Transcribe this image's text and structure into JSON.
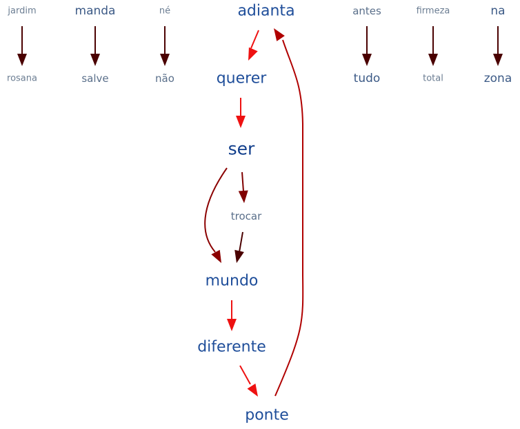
{
  "diagram": {
    "words": [
      {
        "id": "jardim",
        "text": "jardim"
      },
      {
        "id": "rosana",
        "text": "rosana"
      },
      {
        "id": "manda",
        "text": "manda"
      },
      {
        "id": "salve",
        "text": "salve"
      },
      {
        "id": "ne",
        "text": "né"
      },
      {
        "id": "nao",
        "text": "não"
      },
      {
        "id": "adianta",
        "text": "adianta"
      },
      {
        "id": "querer",
        "text": "querer"
      },
      {
        "id": "ser",
        "text": "ser"
      },
      {
        "id": "trocar",
        "text": "trocar"
      },
      {
        "id": "mundo",
        "text": "mundo"
      },
      {
        "id": "diferente",
        "text": "diferente"
      },
      {
        "id": "ponte",
        "text": "ponte"
      },
      {
        "id": "antes",
        "text": "antes"
      },
      {
        "id": "tudo",
        "text": "tudo"
      },
      {
        "id": "firmeza",
        "text": "firmeza"
      },
      {
        "id": "total",
        "text": "total"
      },
      {
        "id": "na",
        "text": "na"
      },
      {
        "id": "zona",
        "text": "zona"
      }
    ],
    "edges": [
      {
        "from": "jardim",
        "to": "rosana",
        "color": "#4a0000"
      },
      {
        "from": "manda",
        "to": "salve",
        "color": "#4a0000"
      },
      {
        "from": "ne",
        "to": "nao",
        "color": "#4a0000"
      },
      {
        "from": "antes",
        "to": "tudo",
        "color": "#4a0000"
      },
      {
        "from": "firmeza",
        "to": "total",
        "color": "#4a0000"
      },
      {
        "from": "na",
        "to": "zona",
        "color": "#4a0000"
      },
      {
        "from": "adianta",
        "to": "querer",
        "color": "#ee1111"
      },
      {
        "from": "querer",
        "to": "ser",
        "color": "#ee1111"
      },
      {
        "from": "ser",
        "to": "trocar",
        "color": "#800000"
      },
      {
        "from": "ser",
        "to": "mundo",
        "color": "#8b0000"
      },
      {
        "from": "trocar",
        "to": "mundo",
        "color": "#4a0000"
      },
      {
        "from": "mundo",
        "to": "diferente",
        "color": "#ee1111"
      },
      {
        "from": "diferente",
        "to": "ponte",
        "color": "#ee1111"
      },
      {
        "from": "ponte",
        "to": "adianta",
        "color": "#b00000"
      }
    ]
  }
}
